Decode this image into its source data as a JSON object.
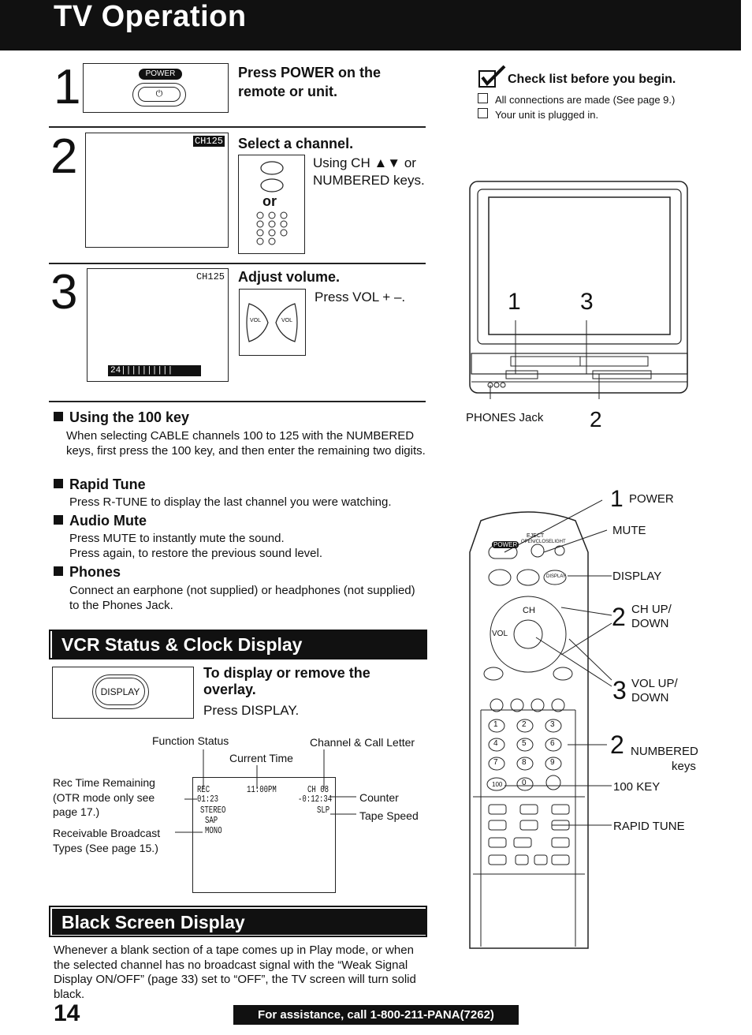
{
  "header": {
    "title": "TV Operation"
  },
  "steps": [
    {
      "num": "1",
      "button": "POWER",
      "title": "Press POWER on the remote or unit."
    },
    {
      "num": "2",
      "osd": "CH125",
      "title": "Select a channel.",
      "text": "Using CH ▲▼ or NUMBERED keys.",
      "or": "or"
    },
    {
      "num": "3",
      "osd": "CH125",
      "volume_bar": "24||||||||||",
      "title": "Adjust volume.",
      "text": "Press VOL + –.",
      "vol_minus": "VOL",
      "vol_plus": "VOL"
    }
  ],
  "checklist": {
    "title": "Check list before you begin.",
    "items": [
      "All connections are made (See page 9.)",
      "Your unit is plugged in."
    ]
  },
  "tv_figure": {
    "label1": "1",
    "label3": "3",
    "label2": "2",
    "phones": "PHONES Jack"
  },
  "sections": [
    {
      "title": "Using the 100 key",
      "body": "When selecting CABLE channels 100 to 125 with the NUMBERED keys, first press the 100 key, and then enter the remaining two digits."
    },
    {
      "title": "Rapid Tune",
      "body": "Press R-TUNE to display the last channel you were watching."
    },
    {
      "title": "Audio Mute",
      "body": "Press MUTE to instantly mute the sound.",
      "body2": "Press again, to restore the previous sound level."
    },
    {
      "title": "Phones",
      "body": "Connect an earphone (not supplied) or headphones (not supplied) to the Phones Jack."
    }
  ],
  "vcr_status": {
    "title": "VCR Status & Clock Display",
    "button": "DISPLAY",
    "heading": "To display or remove the overlay.",
    "text": "Press DISPLAY.",
    "labels": {
      "function_status": "Function Status",
      "channel_call": "Channel & Call Letter",
      "current_time": "Current Time",
      "rec_time": "Rec Time Remaining",
      "otr1": "(OTR mode only see",
      "otr2": "page 17.)",
      "counter": "Counter",
      "tape_speed": "Tape Speed",
      "receivable1": "Receivable Broadcast",
      "receivable2": "Types  (See page 15.)"
    },
    "screen": {
      "rec": "REC",
      "time": "11:00PM",
      "ch": "CH 08",
      "remain": "01:23",
      "counter": "-0:12:34",
      "stereo": "STEREO",
      "slp": "SLP",
      "sap": "SAP",
      "mono": "MONO"
    }
  },
  "black_screen": {
    "title": "Black Screen Display",
    "body": "Whenever a blank section of a tape comes up in Play mode, or when the selected channel has no broadcast signal with the “Weak Signal Display ON/OFF” (page 33) set to “OFF”, the TV screen will turn solid black."
  },
  "remote_labels": {
    "n1": "1",
    "power": "POWER",
    "mute": "MUTE",
    "display": "DISPLAY",
    "n2a": "2",
    "ch_up": "CH UP/",
    "ch_down": "DOWN",
    "n3": "3",
    "vol_up": "VOL UP/",
    "vol_down": "DOWN",
    "n2b": "2",
    "numbered": "NUMBERED",
    "keys": "keys",
    "key100": "100 KEY",
    "rapid": "RAPID TUNE"
  },
  "remote_text": {
    "power": "POWER",
    "eject": "EJECT",
    "open_close": "OPEN/CLOSE",
    "light": "LIGHT",
    "display": "DISPLAY",
    "ch": "CH",
    "vol": "VOL",
    "n100": "100",
    "digits": [
      "1",
      "2",
      "3",
      "4",
      "5",
      "6",
      "7",
      "8",
      "9",
      "0"
    ]
  },
  "footer": {
    "page": "14",
    "assist": "For assistance, call 1-800-211-PANA(7262)"
  }
}
